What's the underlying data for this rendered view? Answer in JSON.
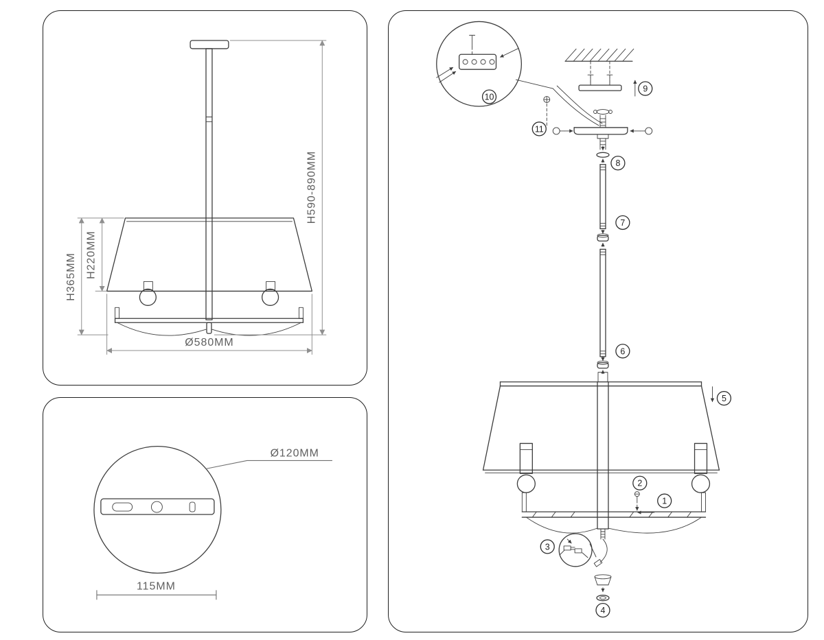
{
  "colors": {
    "line": "#3c3c3c",
    "dimension_line": "#8f8f8f",
    "dimension_text": "#5f5f5f",
    "panel_border": "#1f1f1f",
    "background": "#ffffff"
  },
  "front_view": {
    "labels": {
      "total_height": "H590-890MM",
      "body_height": "H365MM",
      "shade_height": "H220MM",
      "shade_diameter": "Ø580MM"
    }
  },
  "canopy_view": {
    "labels": {
      "canopy_diameter": "Ø120MM",
      "mount_width": "115MM"
    }
  },
  "assembly_view": {
    "step_numbers": [
      "1",
      "2",
      "3",
      "4",
      "5",
      "6",
      "7",
      "8",
      "9",
      "10",
      "11"
    ]
  }
}
